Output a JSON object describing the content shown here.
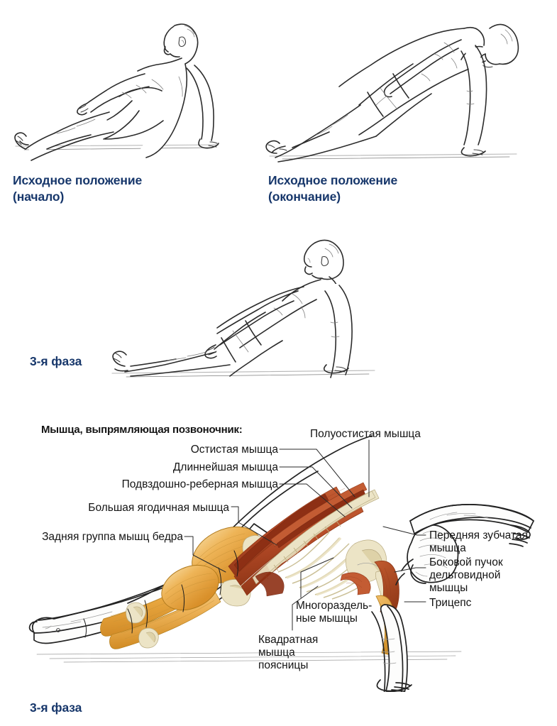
{
  "document": {
    "language": "ru",
    "title": "Обратная планка — фазы упражнения и анатомия",
    "background_color": "#ffffff",
    "caption_color": "#17376b",
    "label_color": "#141414"
  },
  "phases": [
    {
      "id": "start-begin",
      "label": "Исходное положение\n(начало)",
      "figure": "seated-legs-extended-leaning-back"
    },
    {
      "id": "start-end",
      "label": "Исходное положение\n(окончание)",
      "figure": "reverse-plank-hips-lifted"
    },
    {
      "id": "phase-3",
      "label": "3-я фаза",
      "figure": "reverse-plank-lowering"
    },
    {
      "id": "phase-3-anatomy",
      "label": "3-я фаза",
      "figure": "anatomical-cutaway-reverse-plank"
    }
  ],
  "anatomy": {
    "group_heading": "Мышца, выпрямляющая позвоночник:",
    "labels_left": [
      {
        "id": "spinalis",
        "text": "Остистая мышца"
      },
      {
        "id": "longissimus",
        "text": "Длиннейшая мышца"
      },
      {
        "id": "iliocostalis",
        "text": "Подвздошно-реберная мышца"
      },
      {
        "id": "gluteus-max",
        "text": "Большая ягодичная мышца"
      },
      {
        "id": "hamstrings",
        "text": "Задняя группа мышц бедра"
      }
    ],
    "labels_top": [
      {
        "id": "semispinalis",
        "text": "Полуостистая мышца"
      }
    ],
    "labels_right": [
      {
        "id": "serratus-anterior",
        "text": "Передняя зубчатая\nмышца"
      },
      {
        "id": "deltoid-lateral",
        "text": "Боковой пучок\nдельтовидной\nмышцы"
      },
      {
        "id": "triceps",
        "text": "Трицепс"
      }
    ],
    "labels_bottom": [
      {
        "id": "multifidus",
        "text": "Многораздель-\nные мышцы"
      },
      {
        "id": "quadratus-lumborum",
        "text": "Квадратная\nмышца\nпоясницы"
      }
    ],
    "palette": {
      "muscle_golden": "#e8a33d",
      "muscle_golden_light": "#f3c879",
      "muscle_deep_red": "#b44a27",
      "muscle_dark_red": "#8d2f14",
      "bone_cream": "#ece4c6",
      "outline": "#222222"
    }
  }
}
